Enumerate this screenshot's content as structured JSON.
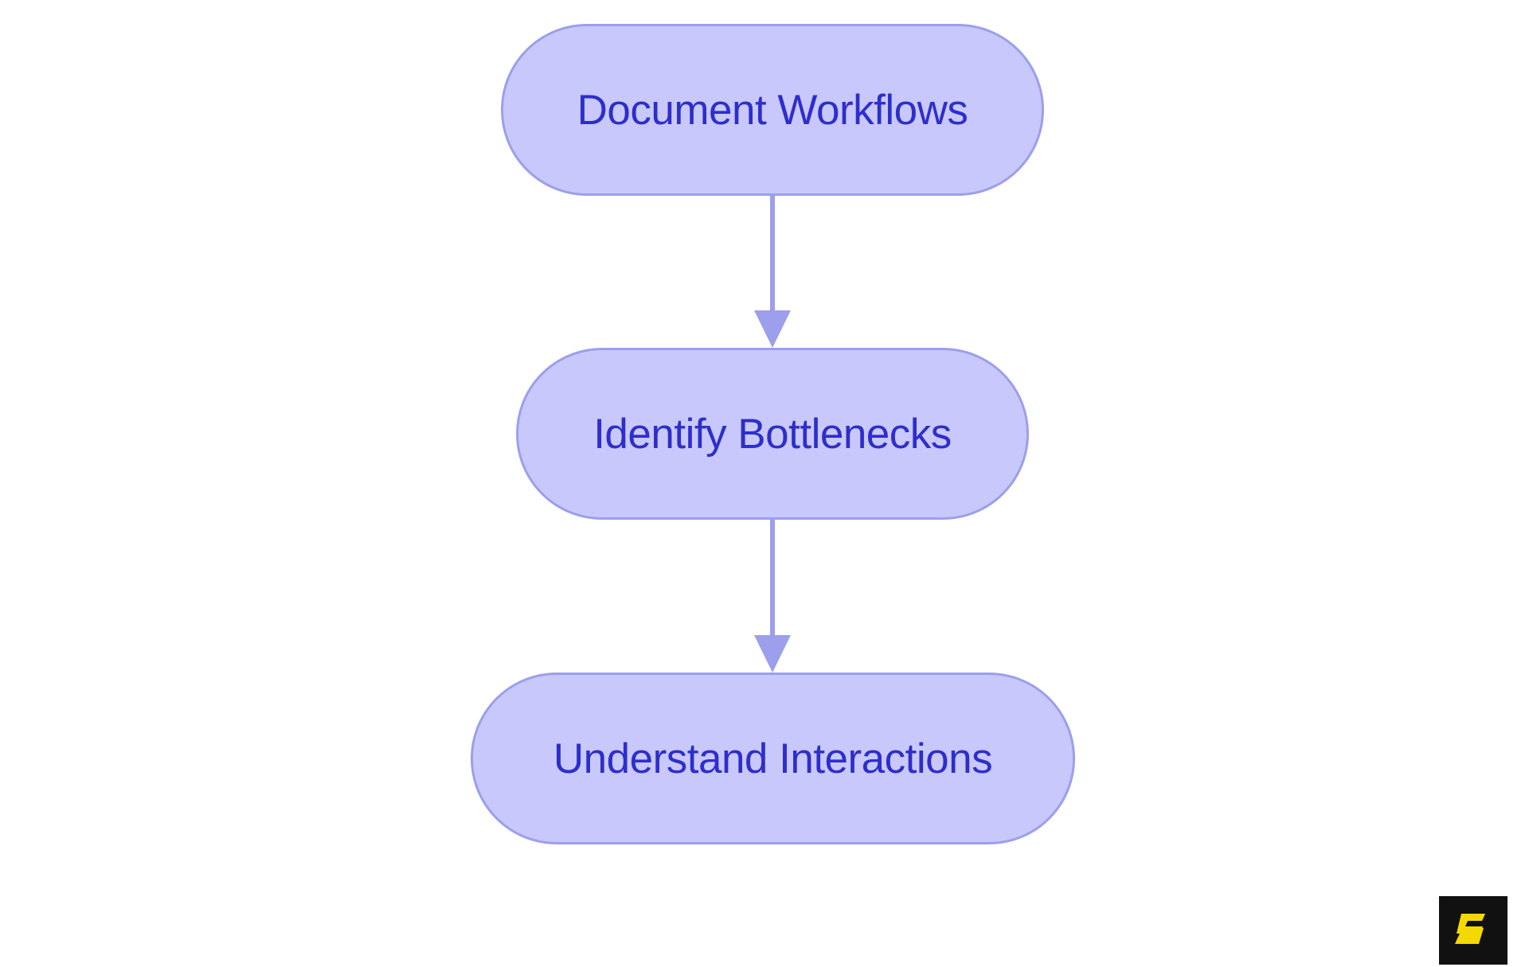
{
  "diagram": {
    "nodes": [
      {
        "id": "node-1",
        "label": "Document Workflows"
      },
      {
        "id": "node-2",
        "label": "Identify Bottlenecks"
      },
      {
        "id": "node-3",
        "label": "Understand Interactions"
      }
    ],
    "edges": [
      {
        "from": "node-1",
        "to": "node-2"
      },
      {
        "from": "node-2",
        "to": "node-3"
      }
    ]
  },
  "colors": {
    "node_fill": "#c8c8fc",
    "node_border": "#9b9fec",
    "text": "#2e2ecb",
    "arrow": "#9b9fec",
    "logo_background": "#111111",
    "logo_mark": "#f5d800"
  },
  "logo": {
    "icon": "s-logo-icon"
  }
}
